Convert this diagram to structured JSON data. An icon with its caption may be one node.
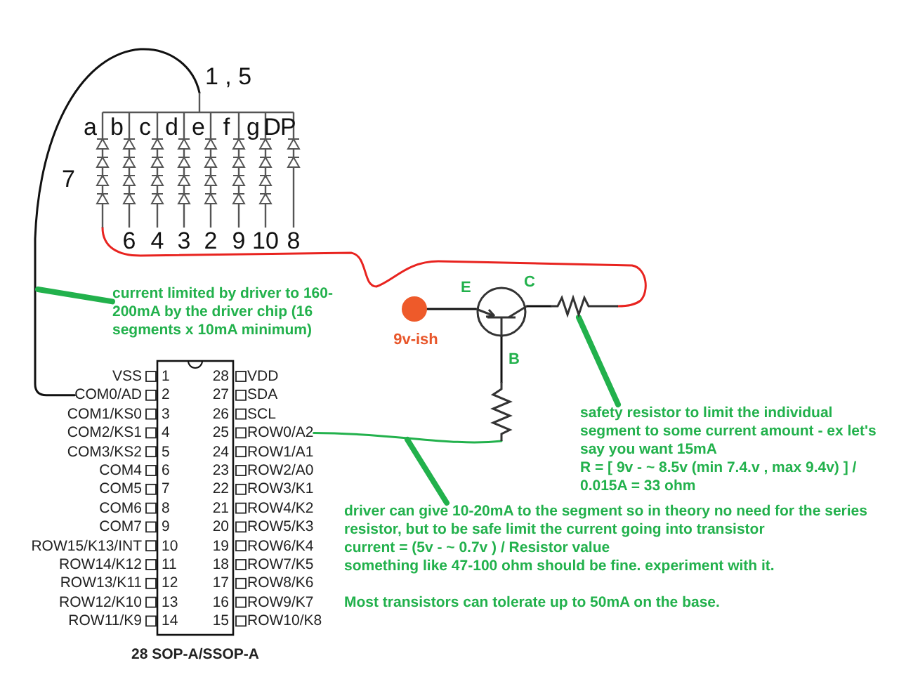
{
  "diagram": {
    "nodes": [
      {
        "text": [],
        "shape": "box",
        "beside": [
          "28 SOP-A/SSOP-A"
        ]
      },
      {
        "text": [
          "COM0/AD"
        ]
      },
      {
        "text": [
          "ROW0/A2"
        ]
      },
      {
        "text": [],
        "shape": "picture"
      },
      {
        "text": [],
        "shape": "picture"
      },
      {
        "text": [],
        "shape": "circle",
        "beside": [
          "9v-ish"
        ]
      },
      {
        "text": [],
        "shape": "picture"
      },
      {
        "text": [],
        "shape": "picture"
      },
      {
        "text": [
          "current limited by driver to 160-200mA by the driver chip (16 segments x 10mA minimum)"
        ]
      },
      {
        "text": [
          "safety resistor to limit the individual segment to some current amount - ex let's say you want 15mA",
          "R = [ 9v - ~ 8.5v (min 7.4.v , max 9.4v) ] / 0.015A = 33 ohm"
        ]
      },
      {
        "text": [
          "driver can give 10-20mA to the segment so in theory no need for the series resistor, but to be safe limit the current going into transistor",
          "current = (5v - ~ 0.7v ) / Resistor value",
          "something like 47-100 ohm should be fine. experiment with it.",
          "Most transistors can tolerate up to 50mA on the base."
        ]
      }
    ],
    "edges": [
      {
        "from": 3,
        "to": 1,
        "arrow": "none"
      },
      {
        "from": 3,
        "to": 6,
        "arrow": "none",
        "color": "#e8231f"
      },
      {
        "from": 2,
        "to": 7,
        "arrow": "none",
        "color": "#22b14c"
      },
      {
        "from": 5,
        "to": 4,
        "arrow": "none"
      },
      {
        "from": 4,
        "to": 6,
        "arrow": "none"
      },
      {
        "from": 4,
        "to": 7,
        "arrow": "none"
      },
      {
        "from": 8,
        "to": null,
        "arrow": "none",
        "style": "thick",
        "color": "#22b14c"
      },
      {
        "from": 9,
        "to": 6,
        "arrow": "none",
        "style": "thick",
        "color": "#22b14c"
      },
      {
        "from": 10,
        "to": null,
        "arrow": "none",
        "style": "thick",
        "color": "#22b14c"
      }
    ],
    "labels": [
      "1 , 5",
      "a",
      "b",
      "c",
      "d",
      "e",
      "f",
      "g",
      "DP",
      "7",
      "6",
      "4",
      "3",
      "2",
      "9",
      "10",
      "8",
      "E",
      "C",
      "B",
      "VSS",
      "1",
      "28",
      "VDD",
      "2",
      "27",
      "SDA",
      "COM1/KS0",
      "3",
      "26",
      "SCL",
      "COM2/KS1",
      "4",
      "25",
      "COM3/KS2",
      "5",
      "24",
      "ROW1/A1",
      "COM4",
      "6",
      "23",
      "ROW2/A0",
      "COM5",
      "7",
      "22",
      "ROW3/K1",
      "COM6",
      "8",
      "21",
      "ROW4/K2",
      "COM7",
      "9",
      "20",
      "ROW5/K3",
      "ROW15/K13/INT",
      "10",
      "19",
      "ROW6/K4",
      "ROW14/K12",
      "11",
      "18",
      "ROW7/K5",
      "ROW13/K11",
      "12",
      "17",
      "ROW8/K6",
      "ROW12/K10",
      "13",
      "16",
      "ROW9/K7",
      "ROW11/K9",
      "14",
      "15",
      "ROW10/K8"
    ]
  }
}
